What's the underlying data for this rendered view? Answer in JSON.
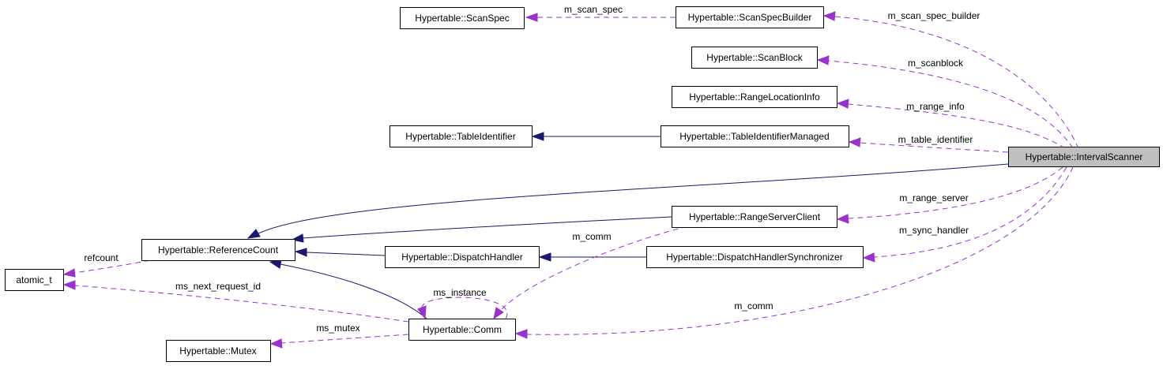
{
  "classes": {
    "scan_spec": "Hypertable::ScanSpec",
    "scan_spec_builder": "Hypertable::ScanSpecBuilder",
    "scan_block": "Hypertable::ScanBlock",
    "range_location_info": "Hypertable::RangeLocationInfo",
    "table_identifier": "Hypertable::TableIdentifier",
    "table_identifier_managed": "Hypertable::TableIdentifierManaged",
    "interval_scanner": "Hypertable::IntervalScanner",
    "range_server_client": "Hypertable::RangeServerClient",
    "reference_count": "Hypertable::ReferenceCount",
    "dispatch_handler": "Hypertable::DispatchHandler",
    "dispatch_handler_synchronizer": "Hypertable::DispatchHandlerSynchronizer",
    "atomic_t": "atomic_t",
    "comm": "Hypertable::Comm",
    "mutex": "Hypertable::Mutex"
  },
  "edge_labels": {
    "m_scan_spec": "m_scan_spec",
    "m_scan_spec_builder": "m_scan_spec_builder",
    "m_scanblock": "m_scanblock",
    "m_range_info": "m_range_info",
    "m_table_identifier": "m_table_identifier",
    "m_range_server": "m_range_server",
    "m_sync_handler": "m_sync_handler",
    "m_comm_client": "m_comm",
    "m_comm_scanner": "m_comm",
    "ms_instance": "ms_instance",
    "refcount": "refcount",
    "ms_next_request_id": "ms_next_request_id",
    "ms_mutex": "ms_mutex"
  },
  "colors": {
    "inheritance_edge": "#191970",
    "usage_edge": "#9a32cd",
    "focus_node_fill": "#bfbfbf"
  }
}
